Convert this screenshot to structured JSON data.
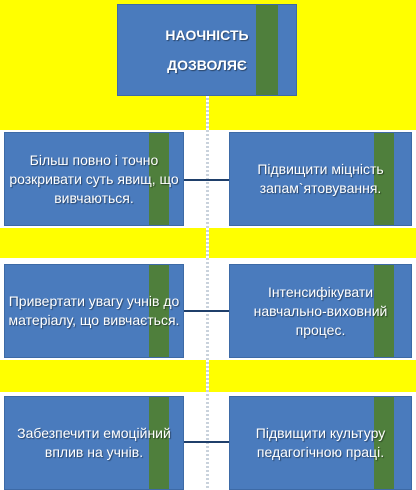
{
  "diagram": {
    "title": "НАОЧНІСТЬ ДОЗВОЛЯЄ",
    "title_line1": "НАОЧНІСТЬ",
    "title_line2": "ДОЗВОЛЯЄ",
    "left_items": [
      "Більш повно і точно розкривати суть явищ, що вивчаються.",
      "Привертати увагу учнів до матеріалу, що вивчається.",
      "Забезпечити емоційний вплив на учнів."
    ],
    "right_items": [
      "Підвищити міцність запам`ятовування.",
      "Інтенсифікувати навчально-виховний процес.",
      "Підвищити культуру педагогічною праці."
    ]
  },
  "colors": {
    "box_fill": "#4a7bbd",
    "highlight_yellow": "#ffff00",
    "highlight_green": "#4f7f3c",
    "connector": "#1f3f6a"
  }
}
